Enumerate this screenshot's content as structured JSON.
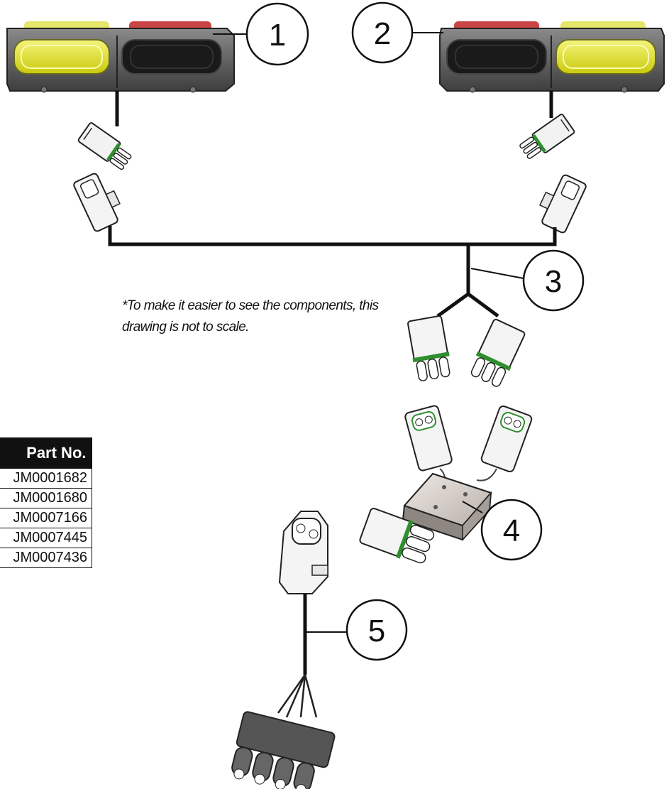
{
  "callouts": [
    "1",
    "2",
    "3",
    "4",
    "5"
  ],
  "note": "*To make it easier to see the components, this drawing is not to scale.",
  "parts_table": {
    "header": "Part No.",
    "rows": [
      "JM0001682",
      "JM0001680",
      "JM0007166",
      "JM0007445",
      "JM0007436"
    ]
  },
  "colors": {
    "lamp_housing": "#5a5a5a",
    "amber_lens": "#e3e31e",
    "red_lens": "#c93a3a",
    "seal_green": "#2f8f2f",
    "module_box": "#d8cfc8"
  }
}
